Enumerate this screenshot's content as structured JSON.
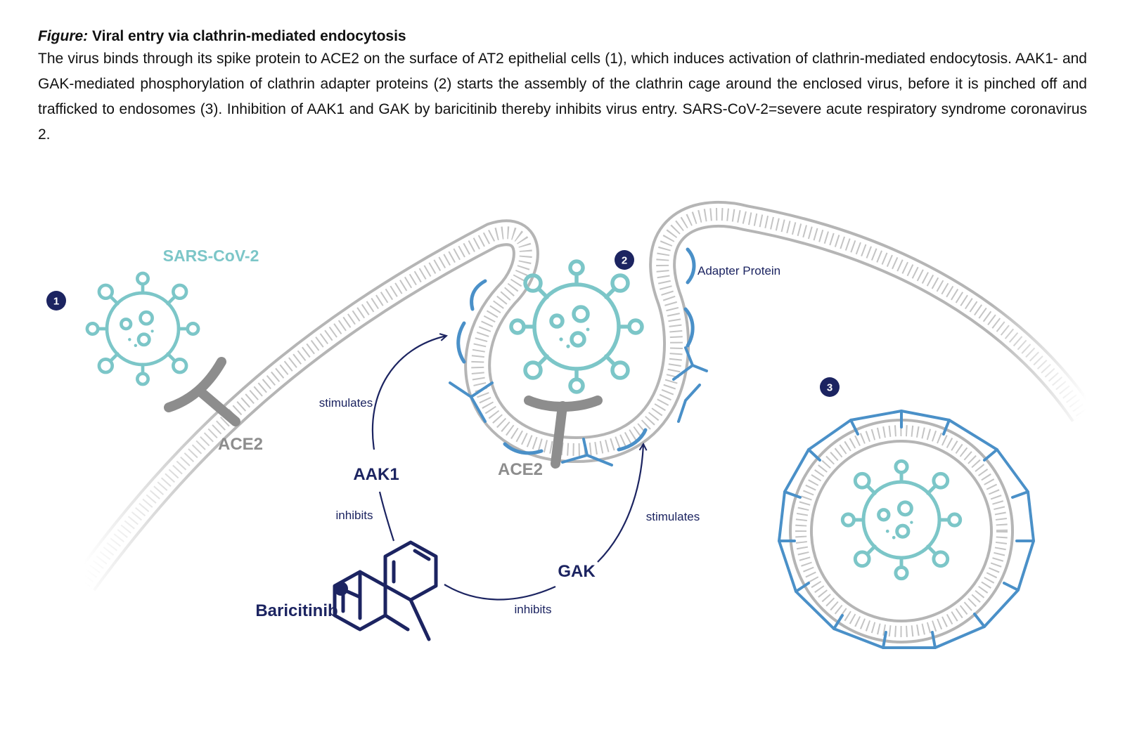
{
  "caption": {
    "lead": "Figure:",
    "title": "Viral entry via clathrin-mediated endocytosis",
    "body": "The virus binds through its spike protein to ACE2 on the surface of AT2 epithelial cells (1), which induces activation of clathrin-mediated endocytosis. AAK1- and GAK-mediated phosphorylation of clathrin adapter proteins (2) starts the assembly of the clathrin cage around the enclosed virus, before it is pinched off and trafficked to endosomes (3).  Inhibition of AAK1 and GAK by baricitinib thereby inhibits virus entry. SARS-CoV-2=severe acute respiratory syndrome coronavirus 2."
  },
  "diagram": {
    "steps": [
      "1",
      "2",
      "3"
    ],
    "virus_label": "SARS-CoV-2",
    "receptor_label_1": "ACE2",
    "receptor_label_2": "ACE2",
    "adapter_label": "Adapter Protein",
    "kinase_1": "AAK1",
    "kinase_2": "GAK",
    "drug": "Baricitinib",
    "edge_stimulates_1": "stimulates",
    "edge_stimulates_2": "stimulates",
    "edge_inhibits_1": "inhibits",
    "edge_inhibits_2": "inhibits"
  },
  "colors": {
    "virus": "#7cc6c8",
    "membrane": "#b5b5b5",
    "receptor": "#8d8d8d",
    "adapter": "#4a90c8",
    "navy": "#1c2461"
  }
}
